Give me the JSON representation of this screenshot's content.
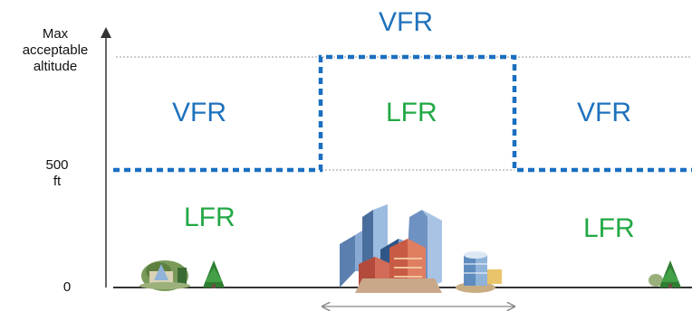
{
  "y_axis": {
    "max_label": "Max\nacceptable\naltitude",
    "mid_label": "500\nft",
    "zero_label": "0"
  },
  "zones": {
    "vfr_top": "VFR",
    "vfr_left": "VFR",
    "lfr_center": "LFR",
    "vfr_right": "VFR",
    "lfr_left": "LFR",
    "lfr_right": "LFR"
  },
  "colors": {
    "vfr_text": "#1f72bd",
    "lfr_text": "#22a845",
    "boundary_line": "#1a6fc0",
    "reference_line": "#999999",
    "axis": "#333333"
  },
  "icons": [
    "park-icon",
    "tree-icon",
    "city-buildings-icon",
    "round-building-icon",
    "tree-icon"
  ]
}
